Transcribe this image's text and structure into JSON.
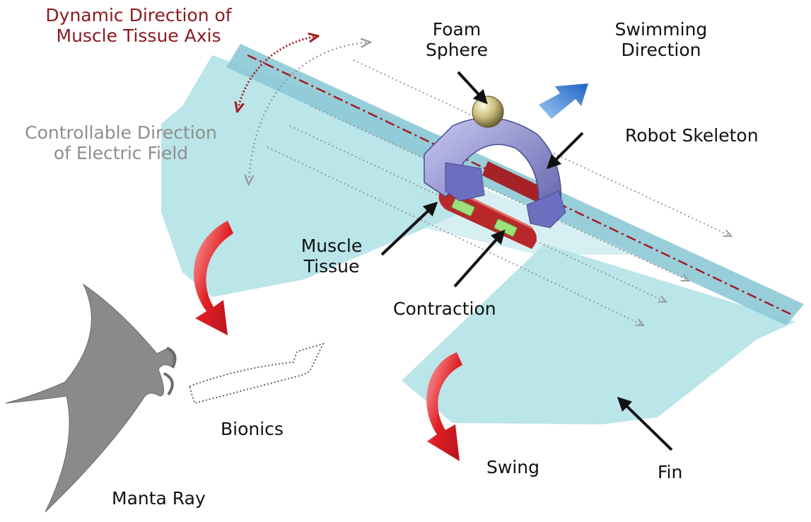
{
  "labels": {
    "muscle_axis": [
      "Dynamic Direction of",
      "Muscle Tissue Axis"
    ],
    "electric_field": [
      "Controllable Direction",
      "of Electric Field"
    ],
    "foam_sphere": [
      "Foam",
      "Sphere"
    ],
    "swimming_direction": [
      "Swimming",
      "Direction"
    ],
    "robot_skeleton": "Robot Skeleton",
    "muscle_tissue": [
      "Muscle",
      "Tissue"
    ],
    "contraction": "Contraction",
    "bionics": "Bionics",
    "swing": "Swing",
    "fin": "Fin",
    "manta_ray": "Manta Ray"
  },
  "colors": {
    "fin": "#aee0e5",
    "spine": "#8dc9d6",
    "axis_line": "#a21c24",
    "skeleton": "#8a8ad2",
    "muscle": "#b8282a",
    "contraction_marker": "#9ee07a",
    "swing_arrow": "#e01e25",
    "swim_arrow": "#2f7fd6",
    "field_arrows": "#9a9a9a",
    "manta": "#8a8a8a",
    "axis_label": "#8b1a1f",
    "field_label": "#8e8e8e"
  }
}
